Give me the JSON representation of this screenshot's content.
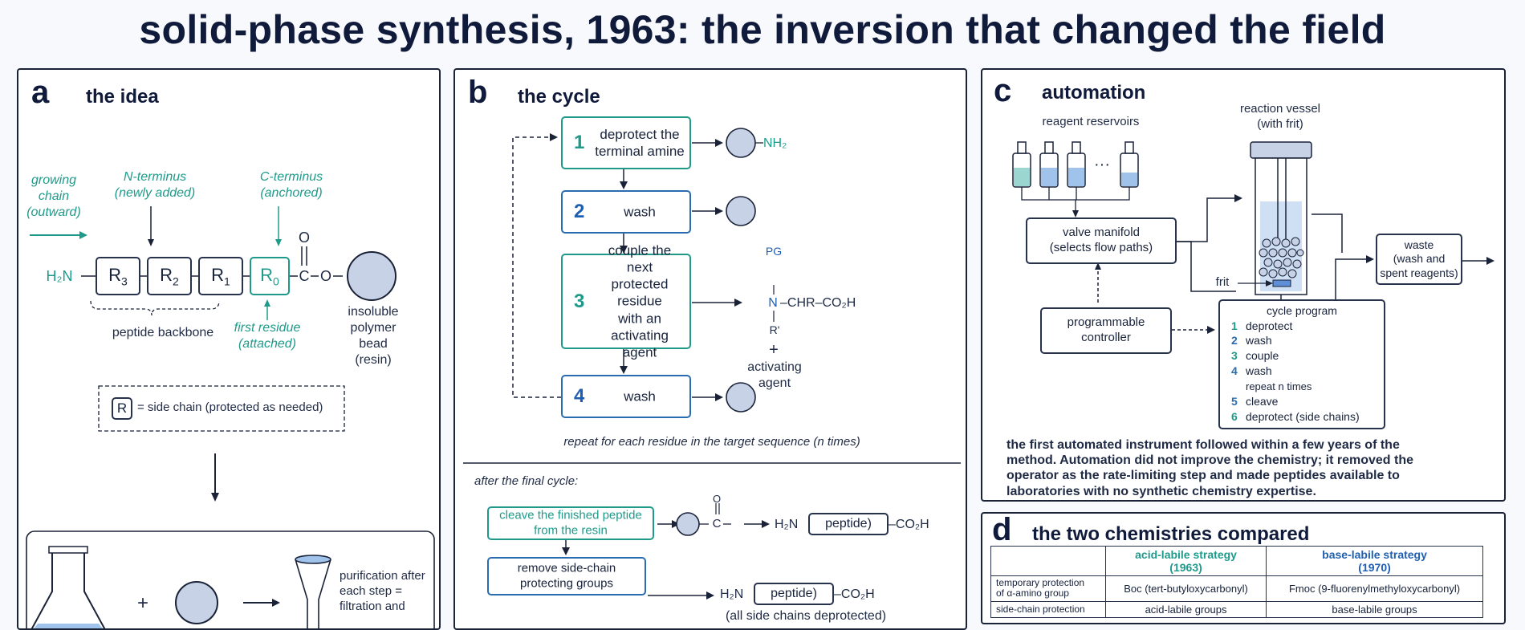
{
  "title": "solid-phase synthesis, 1963: the inversion that changed the field",
  "panel_a": {
    "letter": "a",
    "heading": "the idea",
    "growing_chain": "growing\nchain\n(outward)",
    "n_terminus": "N-terminus\n(newly added)",
    "c_terminus": "C-terminus\n(anchored)",
    "h2n": "H₂N",
    "residues": [
      "R3",
      "R2",
      "R1",
      "R0"
    ],
    "carbonyl_o": "O",
    "c": "C",
    "o_link": "O",
    "backbone": "peptide backbone",
    "first_residue": "first residue\n(attached)",
    "bead": "insoluble\npolymer\nbead\n(resin)",
    "legend_r": "R",
    "legend_text": "= side chain (protected as needed)",
    "plus": "+",
    "purification": "purification after\neach step =\nfiltration and"
  },
  "panel_b": {
    "letter": "b",
    "heading": "the cycle",
    "steps": [
      {
        "num": "1",
        "label": "deprotect the\nterminal amine"
      },
      {
        "num": "2",
        "label": "wash"
      },
      {
        "num": "3",
        "label": "couple the next\nprotected residue\nwith an activating\nagent"
      },
      {
        "num": "4",
        "label": "wash"
      }
    ],
    "nh2": "NH₂",
    "pg": "PG",
    "n": "N",
    "chr": "CHR",
    "co2h": "CO₂H",
    "rprime": "R'",
    "plus": "+",
    "activating": "activating\nagent",
    "repeat": "repeat for each residue in the target sequence (n times)",
    "after": "after the final cycle:",
    "cleave": "cleave the finished peptide\nfrom the resin",
    "remove": "remove side-chain\nprotecting groups",
    "o": "O",
    "c": "C",
    "h2n": "H₂N",
    "peptide": "peptide)",
    "all_deprotected": "(all side chains deprotected)"
  },
  "panel_c": {
    "letter": "c",
    "heading": "automation",
    "reservoirs": "reagent reservoirs",
    "dots": "···",
    "vessel": "reaction vessel\n(with frit)",
    "valve": "valve manifold\n(selects flow paths)",
    "frit": "frit",
    "waste": "waste\n(wash and\nspent reagents)",
    "controller": "programmable\ncontroller",
    "program_title": "cycle program",
    "program": [
      {
        "n": "1",
        "t": "deprotect"
      },
      {
        "n": "2",
        "t": "wash"
      },
      {
        "n": "3",
        "t": "couple"
      },
      {
        "n": "4",
        "t": "wash"
      },
      {
        "n": "",
        "t": "repeat n times"
      },
      {
        "n": "5",
        "t": "cleave"
      },
      {
        "n": "6",
        "t": "deprotect (side chains)"
      }
    ],
    "caption": "the first automated instrument followed within a few years of the method. Automation did not improve the chemistry; it removed the operator as the rate-limiting step and made peptides available to laboratories with no synthetic chemistry expertise."
  },
  "panel_d": {
    "letter": "d",
    "heading": "the two chemistries compared",
    "col1": "acid-labile strategy\n(1963)",
    "col2": "base-labile strategy\n(1970)",
    "rows": [
      {
        "label": "temporary protection\nof α-amino group",
        "a": "Boc (tert-butyloxycarbonyl)",
        "b": "Fmoc (9-fluorenylmethyloxycarbonyl)"
      },
      {
        "label": "side-chain protection",
        "a": "acid-labile groups",
        "b": "base-labile groups"
      }
    ]
  },
  "colors": {
    "teal": "#1f9a8a",
    "blue": "#2a6cb0",
    "dark": "#1a2238"
  }
}
